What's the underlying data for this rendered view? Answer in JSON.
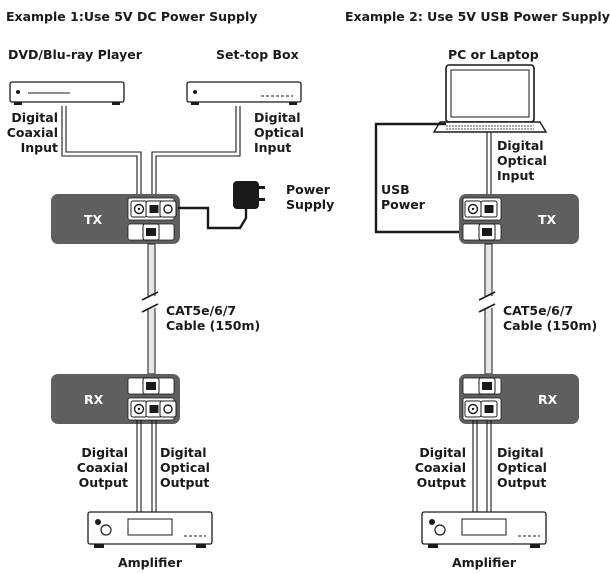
{
  "example1": {
    "title": "Example 1:Use 5V DC Power Supply",
    "source_left": "DVD/Blu-ray Player",
    "source_right": "Set-top Box",
    "input_left": [
      "Digital",
      "Coaxial",
      "Input"
    ],
    "input_right": [
      "Digital",
      "Optical",
      "Input"
    ],
    "power": [
      "Power",
      "Supply"
    ],
    "tx": "TX",
    "cable": [
      "CAT5e/6/7",
      "Cable (150m)"
    ],
    "rx": "RX",
    "output_left": [
      "Digital",
      "Coaxial",
      "Output"
    ],
    "output_right": [
      "Digital",
      "Optical",
      "Output"
    ],
    "amplifier": "Amplifier"
  },
  "example2": {
    "title": "Example 2: Use 5V USB Power Supply",
    "source": "PC or Laptop",
    "usb": [
      "USB",
      "Power"
    ],
    "input": [
      "Digital",
      "Optical",
      "Input"
    ],
    "tx": "TX",
    "cable": [
      "CAT5e/6/7",
      "Cable (150m)"
    ],
    "rx": "RX",
    "output_left": [
      "Digital",
      "Coaxial",
      "Output"
    ],
    "output_right": [
      "Digital",
      "Optical",
      "Output"
    ],
    "amplifier": "Amplifier"
  },
  "colors": {
    "unit_fill": "#5f5f5f",
    "line": "#1a1a1a",
    "cable_fill": "#e6e6e6"
  }
}
